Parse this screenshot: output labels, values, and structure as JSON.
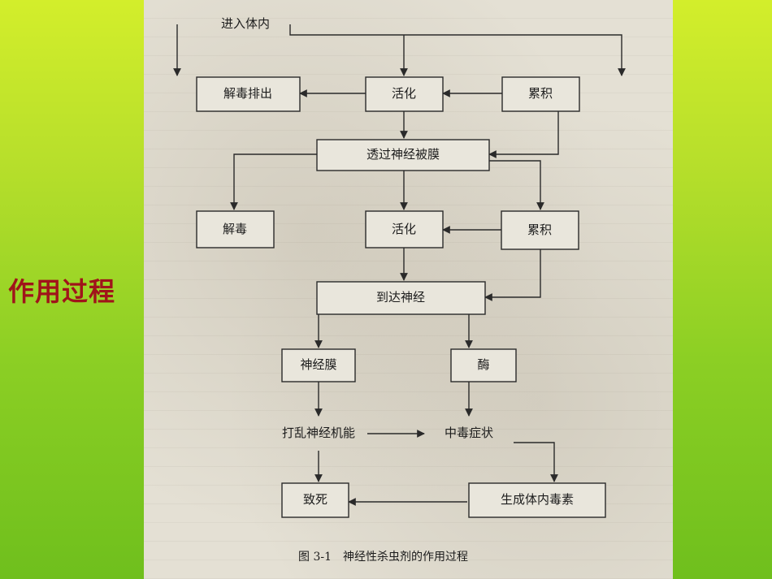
{
  "side_title": "作用过程",
  "diagram": {
    "nodes": {
      "entry": "进入体内",
      "excrete": "解毒排出",
      "activate_top": "活化",
      "accumulate_top": "累积",
      "penetrate": "透过神经被膜",
      "detox": "解毒",
      "activate_mid": "活化",
      "accumulate_mid": "累积",
      "reach_nerve": "到达神经",
      "nerve_membrane": "神经膜",
      "enzyme": "酶",
      "disrupt": "打乱神经机能",
      "poison_symptom": "中毒症状",
      "death": "致死",
      "produce_toxin": "生成体内毒素"
    },
    "caption": "图 3-1　神经性杀虫剂的作用过程"
  }
}
